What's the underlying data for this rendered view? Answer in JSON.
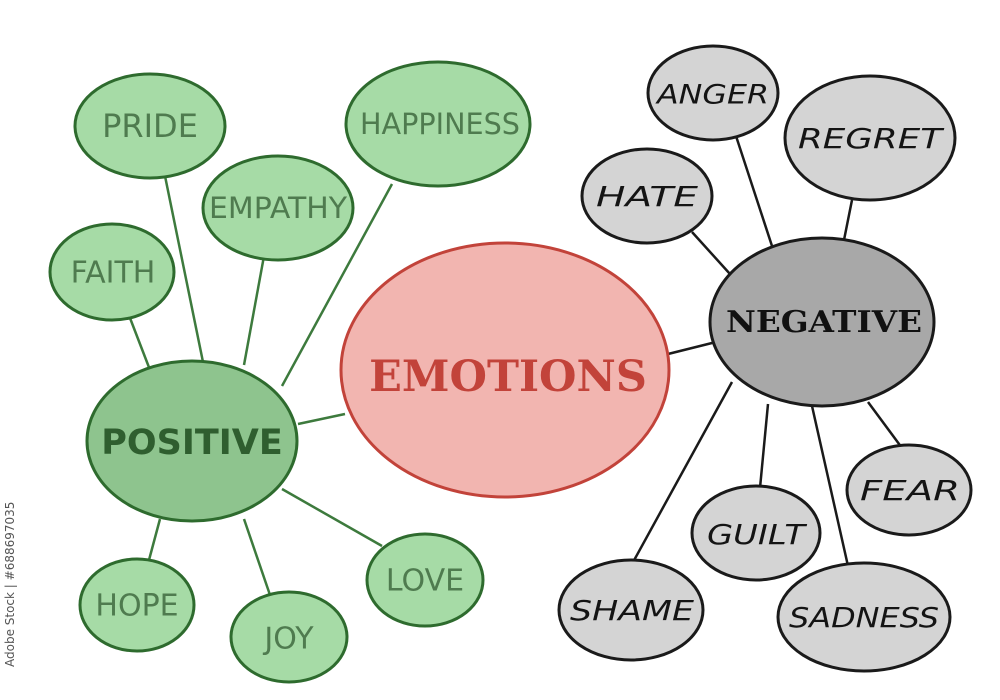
{
  "diagram": {
    "center": {
      "label": "EMOTIONS"
    },
    "positive": {
      "label": "POSITIVE",
      "items": [
        "PRIDE",
        "HAPPINESS",
        "EMPATHY",
        "FAITH",
        "HOPE",
        "JOY",
        "LOVE"
      ]
    },
    "negative": {
      "label": "NEGATIVE",
      "items": [
        "ANGER",
        "REGRET",
        "HATE",
        "FEAR",
        "GUILT",
        "SHAME",
        "SADNESS"
      ]
    }
  },
  "watermark": "Adobe Stock | #688697035",
  "colors": {
    "center_fill": "#f2b5b0",
    "center_stroke": "#c2433a",
    "positive_hub_fill": "#8ec48e",
    "positive_fill": "#a6dba6",
    "positive_stroke": "#2e6b2e",
    "negative_hub_fill": "#a8a8a8",
    "negative_fill": "#d4d4d4",
    "negative_stroke": "#1a1a1a",
    "line_green": "#3d7a3d",
    "line_black": "#1a1a1a"
  }
}
